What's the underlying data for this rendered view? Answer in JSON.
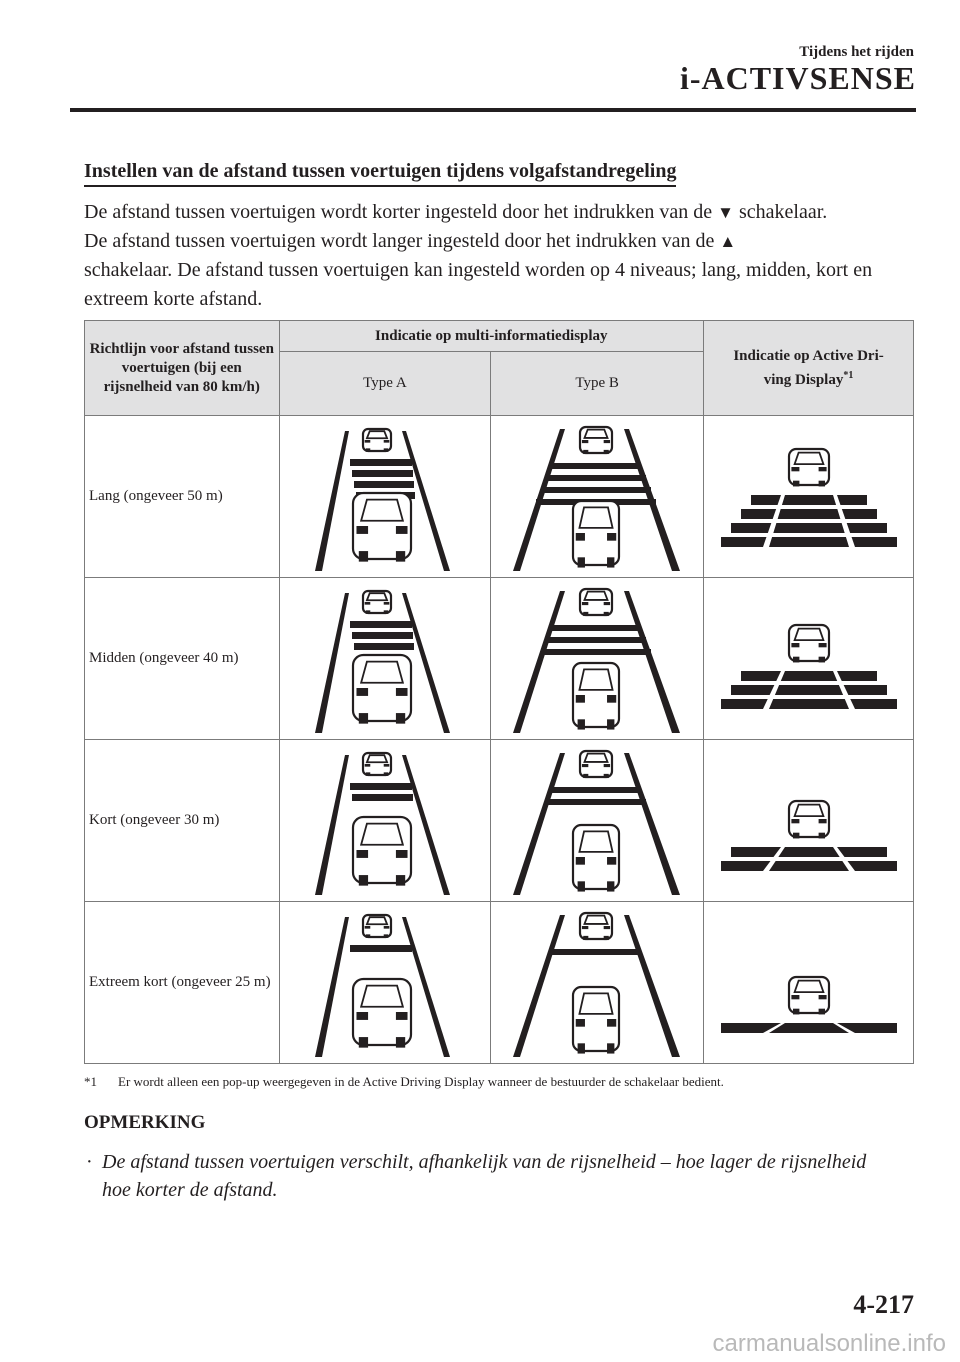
{
  "header": {
    "subtitle": "Tijdens het rijden",
    "title": "i-ACTIVSENSE"
  },
  "section_title": "Instellen van de afstand tussen voertuigen tijdens volgafstandregeling",
  "body": {
    "line1_a": "De afstand tussen voertuigen wordt korter ingesteld door het indrukken van de ",
    "down_symbol": "▼",
    "line1_b": " schakelaar.",
    "line2_a": "De afstand tussen voertuigen wordt langer ingesteld door het indrukken van de ",
    "up_symbol": "▲",
    "line3": "schakelaar. De afstand tussen voertuigen kan ingesteld worden op 4 niveaus; lang, midden, kort en extreem korte afstand."
  },
  "table": {
    "col1_header": "Richtlijn voor afstand tussen voertuigen (bij een rijsnelheid van 80 km/h)",
    "col_group_header": "Indicatie op multi-informatiedisplay",
    "type_a": "Type A",
    "type_b": "Type B",
    "col4_header": "Indicatie op Active Dri-ving Display",
    "col4_sup": "*1",
    "rows": [
      {
        "label": "Lang (ongeveer 50 m)",
        "bars": 4
      },
      {
        "label": "Midden (ongeveer 40 m)",
        "bars": 3
      },
      {
        "label": "Kort (ongeveer 30 m)",
        "bars": 2
      },
      {
        "label": "Extreem kort (ongeveer 25 m)",
        "bars": 1
      }
    ]
  },
  "footnote": {
    "mark": "*1",
    "text": "Er wordt alleen een pop-up weergegeven in de Active Driving Display wanneer de bestuurder de schakelaar bedient."
  },
  "note": {
    "title": "OPMERKING",
    "bullet": "·",
    "text": "De afstand tussen voertuigen verschilt, afhankelijk van de rijsnelheid – hoe lager de rijsnelheid hoe korter de afstand."
  },
  "page_number": "4-217",
  "watermark": "carmanualsonline.info",
  "colors": {
    "text": "#231f20",
    "header_fill": "#e1e1e2",
    "border": "#7b7b7b"
  }
}
